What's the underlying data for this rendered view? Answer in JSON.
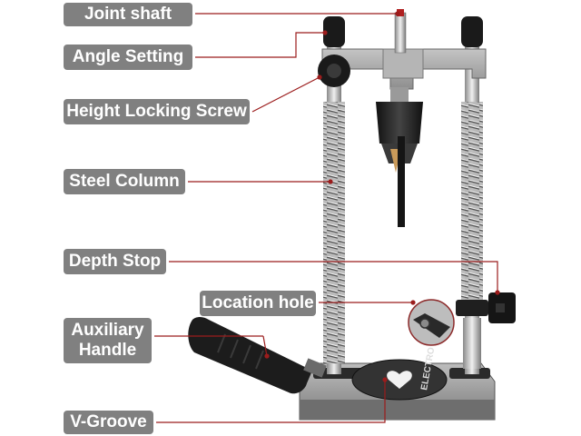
{
  "labels": {
    "joint_shaft": "Joint shaft",
    "angle_setting": "Angle Setting",
    "height_locking_screw": "Height Locking Screw",
    "steel_column": "Steel Column",
    "depth_stop": "Depth Stop",
    "location_hole": "Location hole",
    "auxiliary_handle_line1": "Auxiliary",
    "auxiliary_handle_line2": "Handle",
    "v_groove": "V-Groove"
  },
  "product_logo": "ELECTRO PRO",
  "colors": {
    "label_bg": "#808080",
    "label_text": "#ffffff",
    "leader_line": "#9b1c1c",
    "frame_gray": "#a8a8a8",
    "black_parts": "#1a1a1a",
    "steel": "#c8c8c8"
  }
}
